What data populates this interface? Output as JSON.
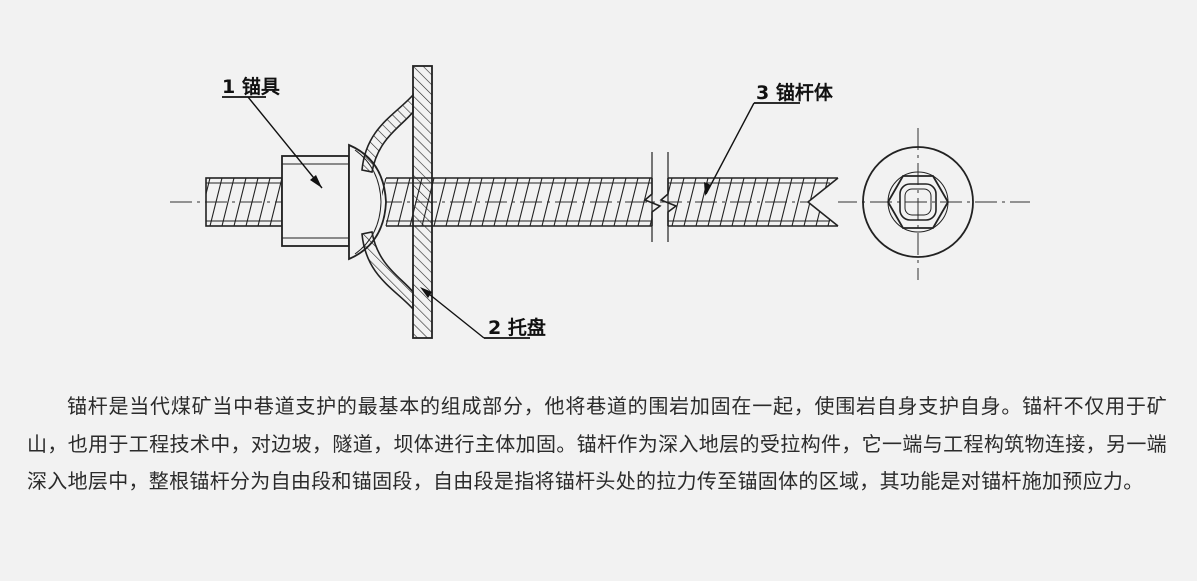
{
  "diagram": {
    "labels": {
      "anchorage": "1 锚具",
      "tray": "2 托盘",
      "rod": "3 锚杆体"
    }
  },
  "text": {
    "paragraph": "锚杆是当代煤矿当中巷道支护的最基本的组成部分，他将巷道的围岩加固在一起，使围岩自身支护自身。锚杆不仅用于矿山，也用于工程技术中，对边坡，隧道，坝体进行主体加固。锚杆作为深入地层的受拉构件，它一端与工程构筑物连接，另一端深入地层中，整根锚杆分为自由段和锚固段，自由段是指将锚杆头处的拉力传至锚固体的区域，其功能是对锚杆施加预应力。"
  }
}
